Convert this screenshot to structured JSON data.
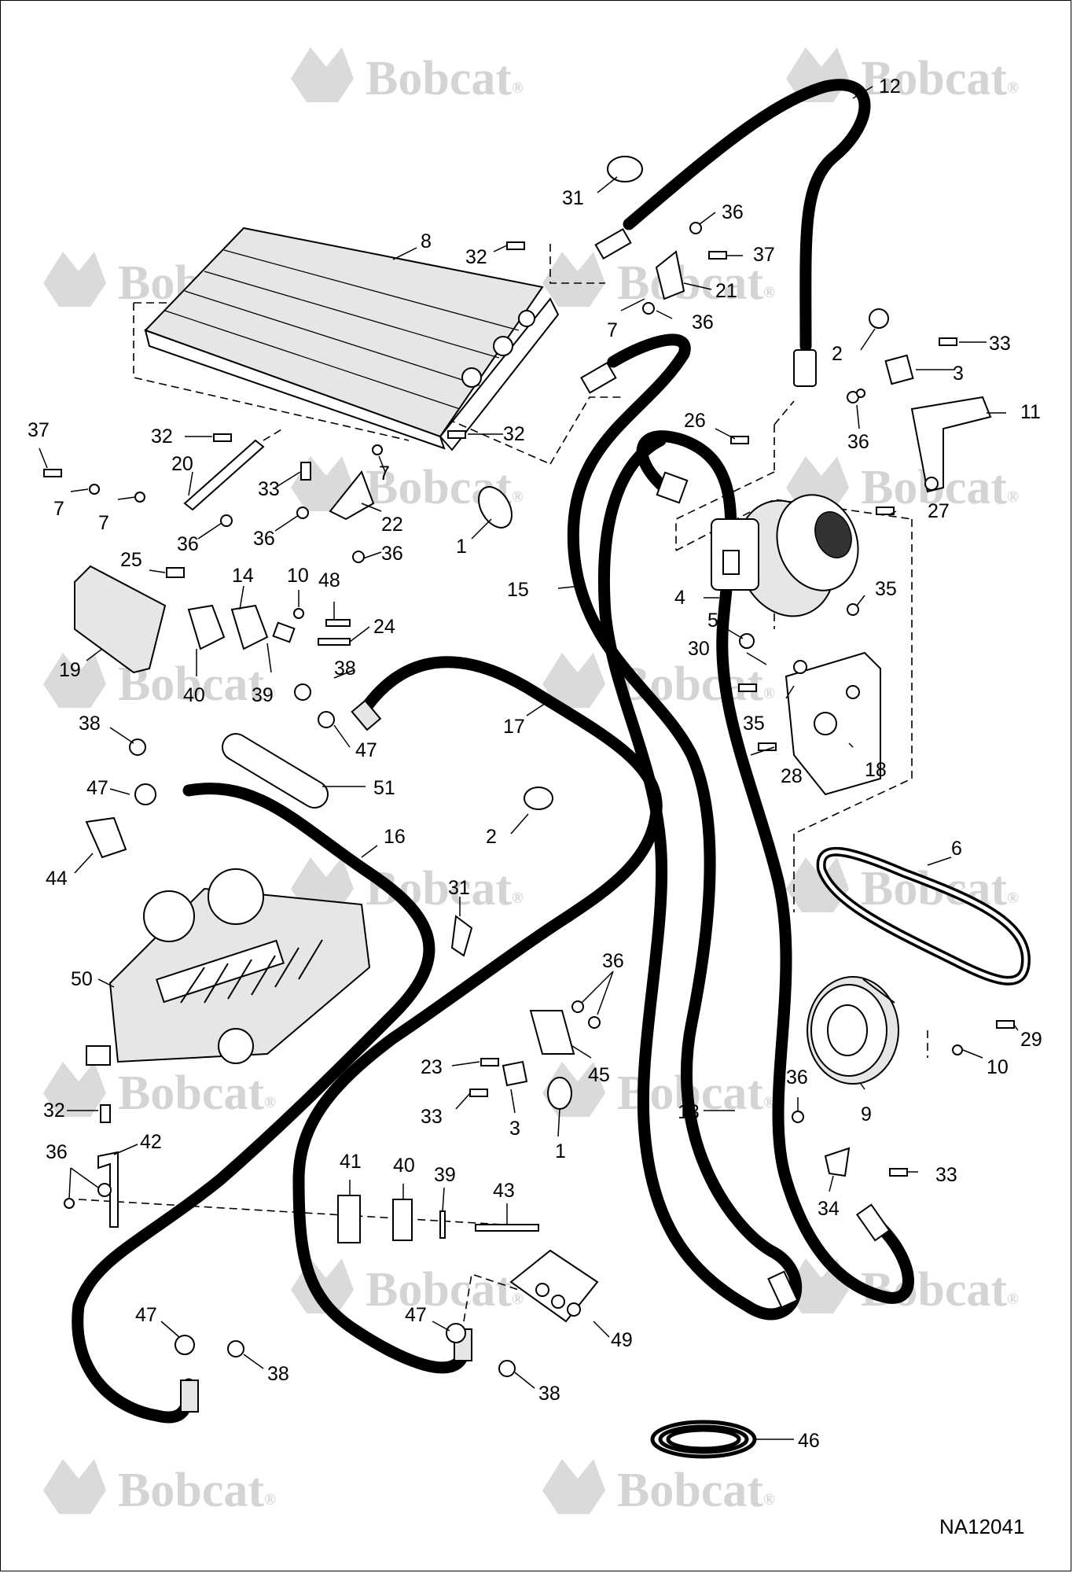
{
  "watermark": {
    "brand": "Bobcat",
    "mark": "®"
  },
  "drawing_code": "NA12041",
  "callouts": [
    {
      "id": "c12",
      "text": "12"
    },
    {
      "id": "c31a",
      "text": "31"
    },
    {
      "id": "c36a",
      "text": "36"
    },
    {
      "id": "c8",
      "text": "8"
    },
    {
      "id": "c32a",
      "text": "32"
    },
    {
      "id": "c37a",
      "text": "37"
    },
    {
      "id": "c21",
      "text": "21"
    },
    {
      "id": "c7a",
      "text": "7"
    },
    {
      "id": "c36b",
      "text": "36"
    },
    {
      "id": "c2a",
      "text": "2"
    },
    {
      "id": "c33a",
      "text": "33"
    },
    {
      "id": "c3a",
      "text": "3"
    },
    {
      "id": "c36c",
      "text": "36"
    },
    {
      "id": "c11",
      "text": "11"
    },
    {
      "id": "c26",
      "text": "26"
    },
    {
      "id": "c37b",
      "text": "37"
    },
    {
      "id": "c32b",
      "text": "32"
    },
    {
      "id": "c32c",
      "text": "32"
    },
    {
      "id": "c20",
      "text": "20"
    },
    {
      "id": "c7b",
      "text": "7"
    },
    {
      "id": "c7c",
      "text": "7"
    },
    {
      "id": "c7d",
      "text": "7"
    },
    {
      "id": "c33b",
      "text": "33"
    },
    {
      "id": "c36d",
      "text": "36"
    },
    {
      "id": "c36e",
      "text": "36"
    },
    {
      "id": "c22",
      "text": "22"
    },
    {
      "id": "c36f",
      "text": "36"
    },
    {
      "id": "c1a",
      "text": "1"
    },
    {
      "id": "c27",
      "text": "27"
    },
    {
      "id": "c25",
      "text": "25"
    },
    {
      "id": "c14",
      "text": "14"
    },
    {
      "id": "c10a",
      "text": "10"
    },
    {
      "id": "c48",
      "text": "48"
    },
    {
      "id": "c24",
      "text": "24"
    },
    {
      "id": "c15",
      "text": "15"
    },
    {
      "id": "c4",
      "text": "4"
    },
    {
      "id": "c35a",
      "text": "35"
    },
    {
      "id": "c5",
      "text": "5"
    },
    {
      "id": "c30",
      "text": "30"
    },
    {
      "id": "c19",
      "text": "19"
    },
    {
      "id": "c40a",
      "text": "40"
    },
    {
      "id": "c39a",
      "text": "39"
    },
    {
      "id": "c38a",
      "text": "38"
    },
    {
      "id": "c38b",
      "text": "38"
    },
    {
      "id": "c17",
      "text": "17"
    },
    {
      "id": "c35b",
      "text": "35"
    },
    {
      "id": "c47a",
      "text": "47"
    },
    {
      "id": "c28",
      "text": "28"
    },
    {
      "id": "c18",
      "text": "18"
    },
    {
      "id": "c51",
      "text": "51"
    },
    {
      "id": "c47b",
      "text": "47"
    },
    {
      "id": "c16",
      "text": "16"
    },
    {
      "id": "c2b",
      "text": "2"
    },
    {
      "id": "c6",
      "text": "6"
    },
    {
      "id": "c44",
      "text": "44"
    },
    {
      "id": "c31b",
      "text": "31"
    },
    {
      "id": "c50",
      "text": "50"
    },
    {
      "id": "c36g",
      "text": "36"
    },
    {
      "id": "c29",
      "text": "29"
    },
    {
      "id": "c23",
      "text": "23"
    },
    {
      "id": "c45",
      "text": "45"
    },
    {
      "id": "c10b",
      "text": "10"
    },
    {
      "id": "c36h",
      "text": "36"
    },
    {
      "id": "c32d",
      "text": "32"
    },
    {
      "id": "c42",
      "text": "42"
    },
    {
      "id": "c33c",
      "text": "33"
    },
    {
      "id": "c3b",
      "text": "3"
    },
    {
      "id": "c1b",
      "text": "1"
    },
    {
      "id": "c13",
      "text": "13"
    },
    {
      "id": "c9",
      "text": "9"
    },
    {
      "id": "c36i",
      "text": "36"
    },
    {
      "id": "c33d",
      "text": "33"
    },
    {
      "id": "c34",
      "text": "34"
    },
    {
      "id": "c41",
      "text": "41"
    },
    {
      "id": "c40b",
      "text": "40"
    },
    {
      "id": "c39b",
      "text": "39"
    },
    {
      "id": "c43",
      "text": "43"
    },
    {
      "id": "c47c",
      "text": "47"
    },
    {
      "id": "c47d",
      "text": "47"
    },
    {
      "id": "c38c",
      "text": "38"
    },
    {
      "id": "c38d",
      "text": "38"
    },
    {
      "id": "c49",
      "text": "49"
    },
    {
      "id": "c46",
      "text": "46"
    }
  ]
}
